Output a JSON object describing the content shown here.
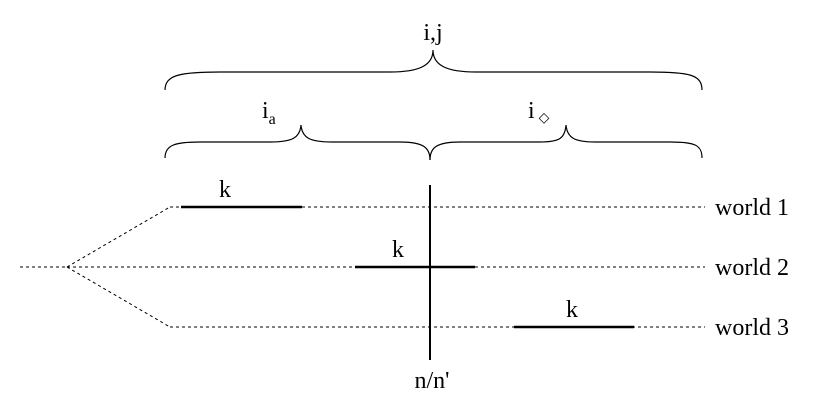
{
  "labels": {
    "top_brace": "i,j",
    "left_brace_main": "i",
    "left_brace_sub": "a",
    "right_brace_main": "i",
    "right_brace_sub": "◇",
    "k1": "k",
    "k2": "k",
    "k3": "k",
    "world1": "world 1",
    "world2": "world 2",
    "world3": "world 3",
    "vertical": "n/n'"
  },
  "colors": {
    "line": "#000000",
    "background": "#ffffff"
  }
}
